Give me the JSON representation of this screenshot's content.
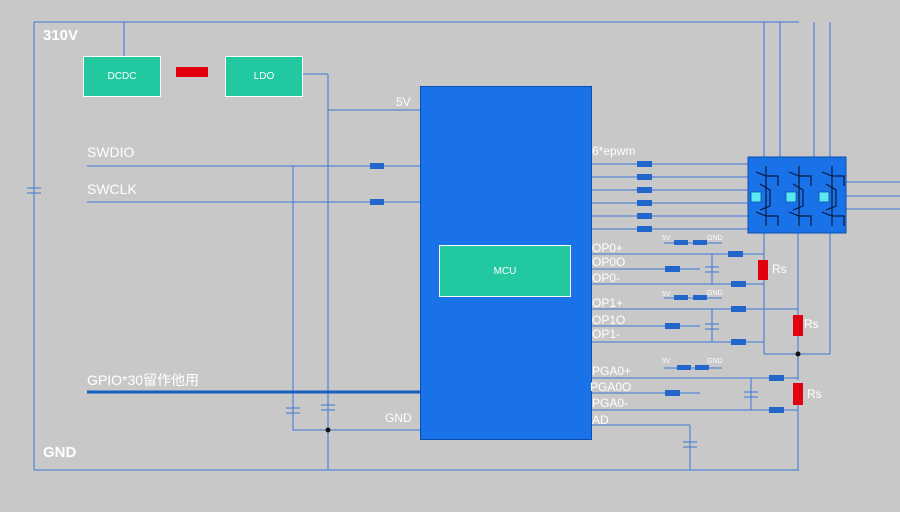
{
  "rails": {
    "top": "310V",
    "bottom": "GND"
  },
  "blocks": {
    "dcdc": "DCDC",
    "ldo": "LDO",
    "mcu": "MCU"
  },
  "signals": {
    "swdio": "SWDIO",
    "swclk": "SWCLK",
    "gpio": "GPIO*30留作他用"
  },
  "mcu_pins": {
    "v5": "5V",
    "gnd": "GND",
    "epwm": "6*epwm",
    "op0p": "OP0+",
    "op0o": "OP0O",
    "op0m": "OP0-",
    "op1p": "OP1+",
    "op1o": "OP1O",
    "op1m": "OP1-",
    "pga0p": "PGA0+",
    "pga0o": "PGA0O",
    "pga0m": "PGA0-",
    "ad": "AD"
  },
  "bias": {
    "v5": "5V",
    "gnd": "GND"
  },
  "shunts": {
    "rs": "Rs"
  },
  "colors": {
    "background": "#c8c8c8",
    "wire": "#3a78d8",
    "mcu": "#1a72e8",
    "block": "#22c8a0",
    "resistor": "#e00010",
    "small_resistor": "#2266cc"
  }
}
